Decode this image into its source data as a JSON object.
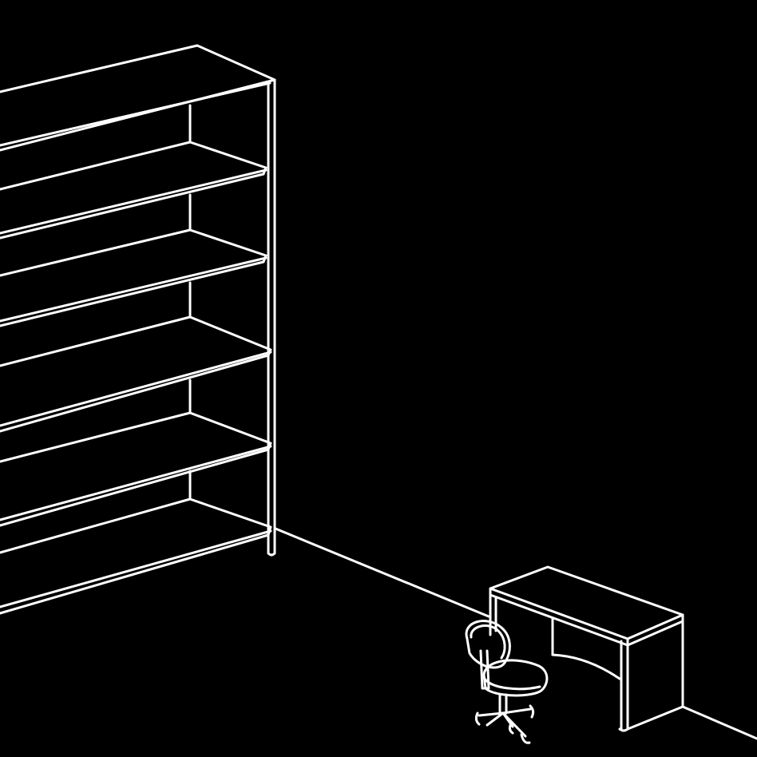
{
  "colors": {
    "background": "#000000",
    "line": "#ffffff"
  },
  "objects": [
    "bookshelf",
    "floor-wall-edge",
    "desk",
    "office-chair"
  ],
  "bookshelf": {
    "shelf_count": 5
  }
}
